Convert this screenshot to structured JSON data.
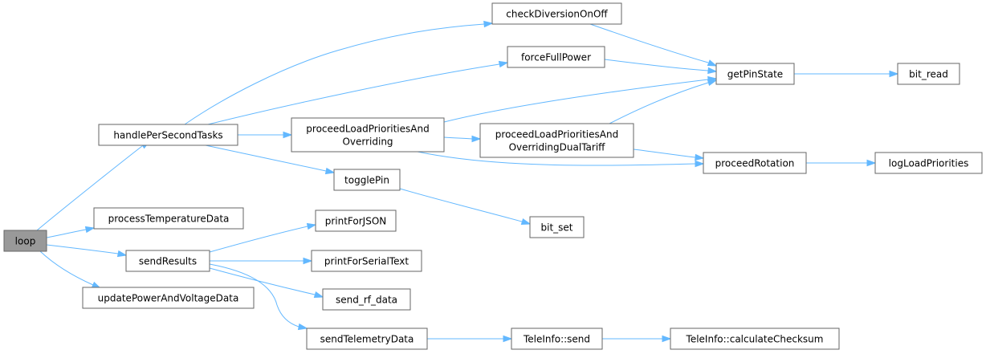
{
  "nodes": [
    {
      "id": "loop",
      "lines": [
        "loop"
      ],
      "root": true
    },
    {
      "id": "handlePerSecondTasks",
      "lines": [
        "handlePerSecondTasks"
      ]
    },
    {
      "id": "processTemperatureData",
      "lines": [
        "processTemperatureData"
      ]
    },
    {
      "id": "sendResults",
      "lines": [
        "sendResults"
      ]
    },
    {
      "id": "updatePowerAndVoltageData",
      "lines": [
        "updatePowerAndVoltageData"
      ]
    },
    {
      "id": "checkDiversionOnOff",
      "lines": [
        "checkDiversionOnOff"
      ]
    },
    {
      "id": "forceFullPower",
      "lines": [
        "forceFullPower"
      ]
    },
    {
      "id": "proceedLoadPrioritiesAndOverriding",
      "lines": [
        "proceedLoadPrioritiesAnd",
        "Overriding"
      ]
    },
    {
      "id": "togglePin",
      "lines": [
        "togglePin"
      ]
    },
    {
      "id": "proceedLoadPrioritiesAndOverridingDualTariff",
      "lines": [
        "proceedLoadPrioritiesAnd",
        "OverridingDualTariff"
      ]
    },
    {
      "id": "getPinState",
      "lines": [
        "getPinState"
      ]
    },
    {
      "id": "bit_read",
      "lines": [
        "bit_read"
      ]
    },
    {
      "id": "proceedRotation",
      "lines": [
        "proceedRotation"
      ]
    },
    {
      "id": "logLoadPriorities",
      "lines": [
        "logLoadPriorities"
      ]
    },
    {
      "id": "bit_set",
      "lines": [
        "bit_set"
      ]
    },
    {
      "id": "printForJSON",
      "lines": [
        "printForJSON"
      ]
    },
    {
      "id": "printForSerialText",
      "lines": [
        "printForSerialText"
      ]
    },
    {
      "id": "send_rf_data",
      "lines": [
        "send_rf_data"
      ]
    },
    {
      "id": "sendTelemetryData",
      "lines": [
        "sendTelemetryData"
      ]
    },
    {
      "id": "TeleInfo_send",
      "lines": [
        "TeleInfo::send"
      ]
    },
    {
      "id": "TeleInfo_calculateChecksum",
      "lines": [
        "TeleInfo::calculateChecksum"
      ]
    }
  ],
  "edges": [
    {
      "from": "loop",
      "to": "handlePerSecondTasks"
    },
    {
      "from": "loop",
      "to": "processTemperatureData"
    },
    {
      "from": "loop",
      "to": "sendResults"
    },
    {
      "from": "loop",
      "to": "updatePowerAndVoltageData"
    },
    {
      "from": "handlePerSecondTasks",
      "to": "checkDiversionOnOff"
    },
    {
      "from": "handlePerSecondTasks",
      "to": "forceFullPower"
    },
    {
      "from": "handlePerSecondTasks",
      "to": "proceedLoadPrioritiesAndOverriding"
    },
    {
      "from": "handlePerSecondTasks",
      "to": "togglePin"
    },
    {
      "from": "checkDiversionOnOff",
      "to": "getPinState"
    },
    {
      "from": "forceFullPower",
      "to": "getPinState"
    },
    {
      "from": "proceedLoadPrioritiesAndOverriding",
      "to": "getPinState"
    },
    {
      "from": "proceedLoadPrioritiesAndOverriding",
      "to": "proceedLoadPrioritiesAndOverridingDualTariff"
    },
    {
      "from": "proceedLoadPrioritiesAndOverriding",
      "to": "proceedRotation"
    },
    {
      "from": "proceedLoadPrioritiesAndOverridingDualTariff",
      "to": "getPinState"
    },
    {
      "from": "proceedLoadPrioritiesAndOverridingDualTariff",
      "to": "proceedRotation"
    },
    {
      "from": "getPinState",
      "to": "bit_read"
    },
    {
      "from": "proceedRotation",
      "to": "logLoadPriorities"
    },
    {
      "from": "togglePin",
      "to": "bit_set"
    },
    {
      "from": "sendResults",
      "to": "printForJSON"
    },
    {
      "from": "sendResults",
      "to": "printForSerialText"
    },
    {
      "from": "sendResults",
      "to": "send_rf_data"
    },
    {
      "from": "sendResults",
      "to": "sendTelemetryData"
    },
    {
      "from": "sendTelemetryData",
      "to": "TeleInfo_send"
    },
    {
      "from": "TeleInfo_send",
      "to": "TeleInfo_calculateChecksum"
    }
  ],
  "colors": {
    "edge": "#63b8ff",
    "node_border": "#666666",
    "root_fill": "#999999"
  }
}
